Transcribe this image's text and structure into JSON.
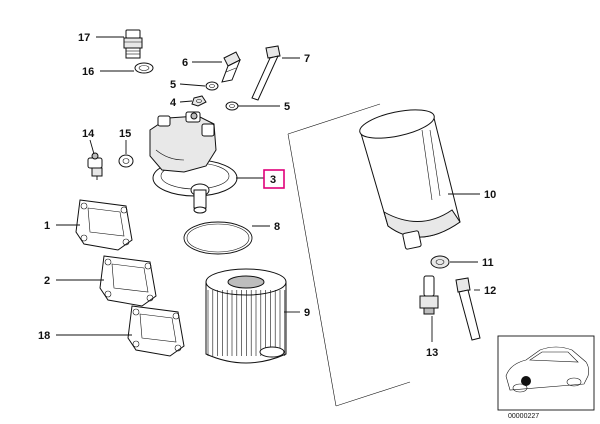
{
  "callouts": [
    {
      "id": "c17",
      "label": "17"
    },
    {
      "id": "c16",
      "label": "16"
    },
    {
      "id": "c6",
      "label": "6"
    },
    {
      "id": "c7",
      "label": "7"
    },
    {
      "id": "c5a",
      "label": "5"
    },
    {
      "id": "c4",
      "label": "4"
    },
    {
      "id": "c5b",
      "label": "5"
    },
    {
      "id": "c14",
      "label": "14"
    },
    {
      "id": "c15",
      "label": "15"
    },
    {
      "id": "c3",
      "label": "3"
    },
    {
      "id": "c10",
      "label": "10"
    },
    {
      "id": "c1",
      "label": "1"
    },
    {
      "id": "c8",
      "label": "8"
    },
    {
      "id": "c2",
      "label": "2"
    },
    {
      "id": "c9",
      "label": "9"
    },
    {
      "id": "c11",
      "label": "11"
    },
    {
      "id": "c12",
      "label": "12"
    },
    {
      "id": "c18",
      "label": "18"
    },
    {
      "id": "c13",
      "label": "13"
    }
  ],
  "highlight_color": "#e0007a",
  "inset": {
    "reference": "00000227"
  }
}
